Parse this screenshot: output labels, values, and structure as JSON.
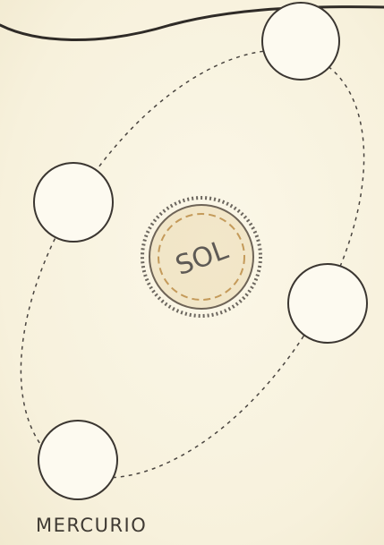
{
  "diagram": {
    "sun_label": "SOL",
    "planet_label": "MERCURIO",
    "colors": {
      "background": "#f9f4e3",
      "ink": "#3f3a33",
      "sun_halo": "#d9c08a",
      "orbit": "#4a4540"
    },
    "planet_positions_shown": 4
  }
}
